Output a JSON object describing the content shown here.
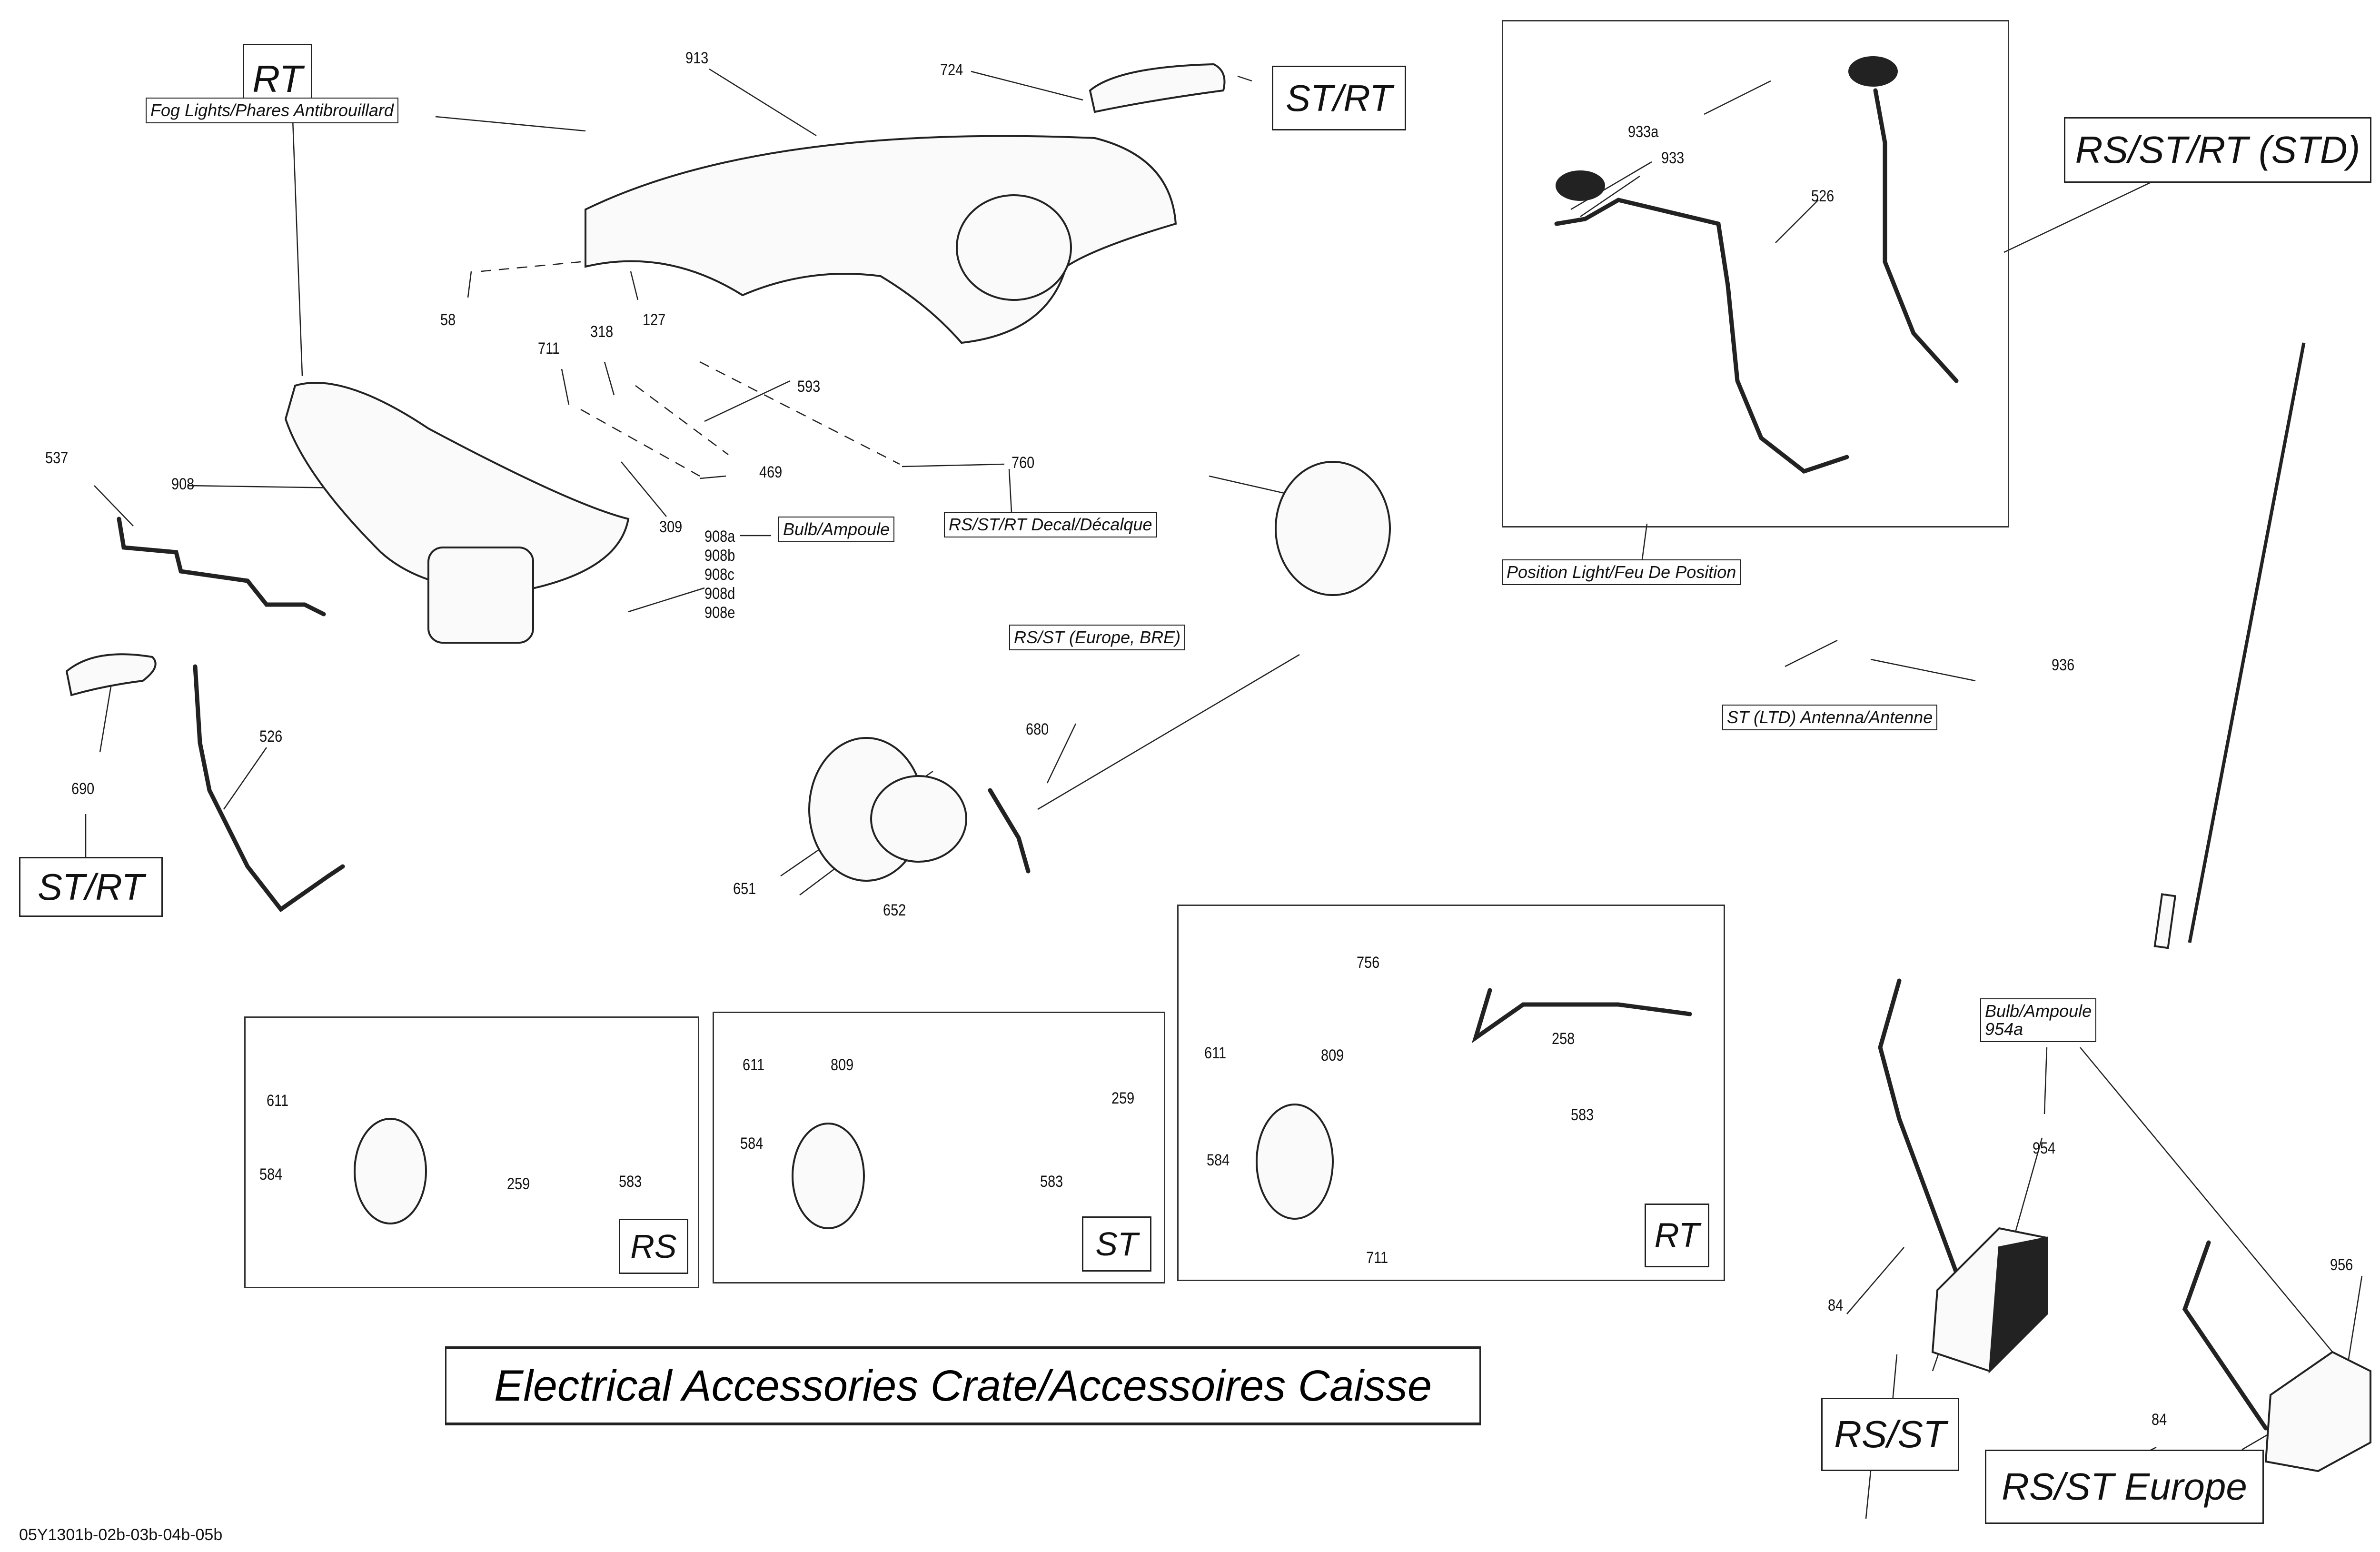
{
  "diagram": {
    "title": "Electrical Accessories Crate/Accessoires Caisse",
    "drawing_code": "05Y1301b-02b-03b-04b-05b",
    "variant_badges": {
      "rt_top": "RT",
      "st_rt_top": "ST/RT",
      "st_rt_left": "ST/RT",
      "rs_st_rt_std": "RS/ST/RT (STD)",
      "rs_panel": "RS",
      "st_panel": "ST",
      "rt_panel": "RT",
      "rs_st": "RS/ST",
      "rs_st_europe": "RS/ST Europe"
    },
    "captions": {
      "fog_lights": "Fog Lights/Phares Antibrouillard",
      "bulb_908": "Bulb/Ampoule",
      "decal": "RS/ST/RT Decal/Décalque",
      "europe_bre": "RS/ST (Europe, BRE)",
      "position_light": "Position Light/Feu De Position",
      "antenna": "ST (LTD) Antenna/Antenne",
      "bulb_954_line1": "Bulb/Ampoule",
      "bulb_954_line2": "954a"
    },
    "callouts": {
      "c913": "913",
      "c724": "724",
      "c58": "58",
      "c127": "127",
      "c318": "318",
      "c711_top": "711",
      "c593": "593",
      "c469": "469",
      "c309": "309",
      "c760": "760",
      "c537": "537",
      "c908": "908",
      "c908a": "908a",
      "c908b": "908b",
      "c908c": "908c",
      "c908d": "908d",
      "c908e": "908e",
      "c690": "690",
      "c526_left": "526",
      "c933a": "933a",
      "c933": "933",
      "c526_right": "526",
      "c680": "680",
      "c651": "651",
      "c652": "652",
      "c936": "936",
      "rs_611": "611",
      "rs_584": "584",
      "rs_259": "259",
      "rs_583": "583",
      "st_611": "611",
      "st_809": "809",
      "st_584": "584",
      "st_259": "259",
      "st_583": "583",
      "rt_756": "756",
      "rt_258": "258",
      "rt_611": "611",
      "rt_809": "809",
      "rt_583": "583",
      "rt_584": "584",
      "rt_711": "711",
      "c954": "954",
      "c84_a": "84",
      "c956": "956",
      "c84_b": "84"
    }
  }
}
